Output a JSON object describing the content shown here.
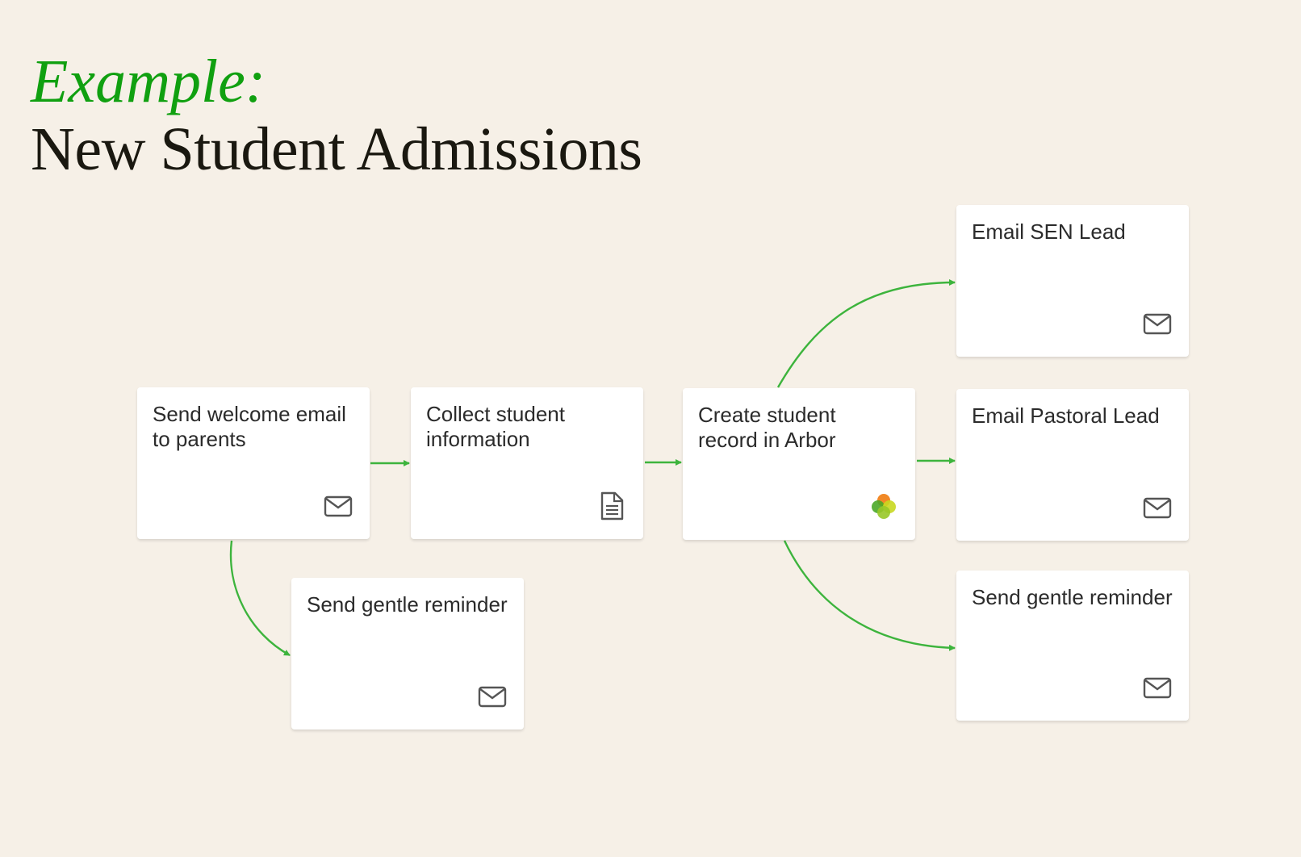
{
  "heading": {
    "kicker": "Example:",
    "title": "New Student Admissions"
  },
  "colors": {
    "accent": "#10a010",
    "connector": "#3db43d",
    "background": "#f6f0e7"
  },
  "nodes": [
    {
      "id": "welcome",
      "label": "Send welcome email to parents",
      "icon": "mail-icon"
    },
    {
      "id": "collect",
      "label": "Collect student information",
      "icon": "document-icon"
    },
    {
      "id": "arbor",
      "label": "Create student record in Arbor",
      "icon": "arbor-logo-icon"
    },
    {
      "id": "sen",
      "label": "Email SEN Lead",
      "icon": "mail-icon"
    },
    {
      "id": "pastoral",
      "label": "Email Pastoral Lead",
      "icon": "mail-icon"
    },
    {
      "id": "reminder-right",
      "label": "Send gentle reminder",
      "icon": "mail-icon"
    },
    {
      "id": "reminder-left",
      "label": "Send gentle reminder",
      "icon": "mail-icon"
    }
  ]
}
